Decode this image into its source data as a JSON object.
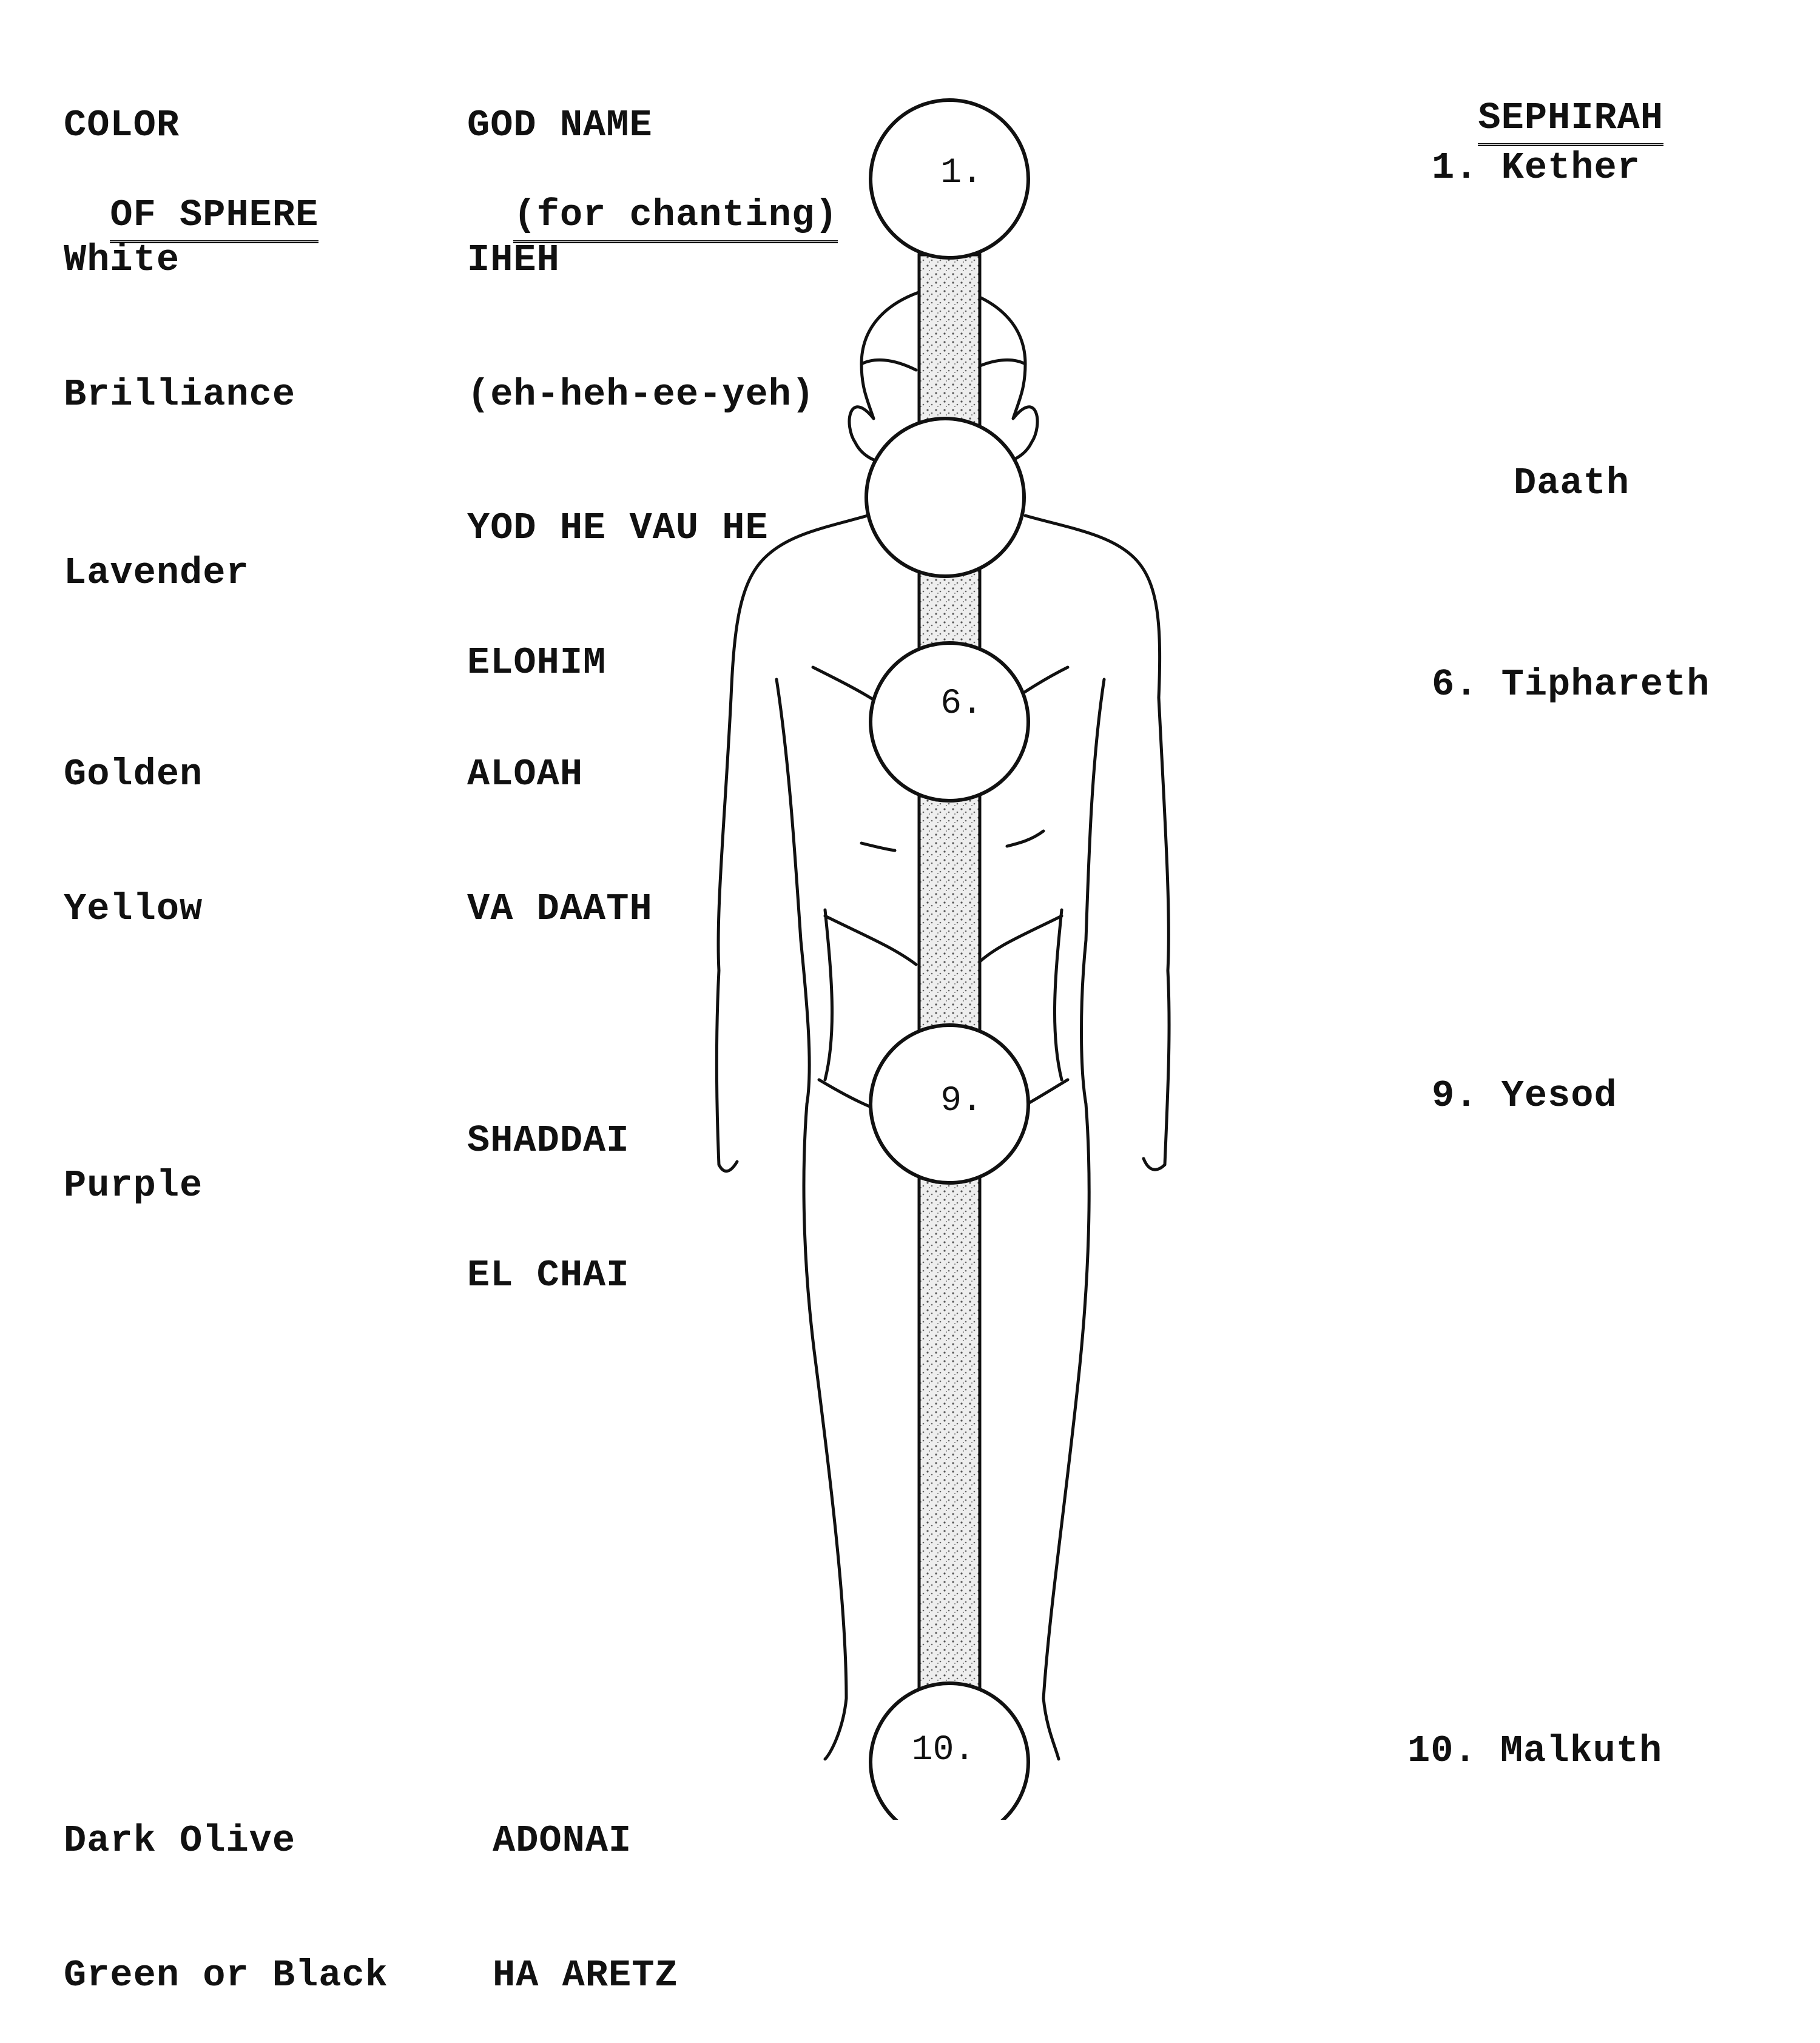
{
  "headers": {
    "color_line1": "COLOR",
    "color_line2": "OF SPHERE",
    "godname_line1": "GOD NAME",
    "godname_line2": "(for chanting)",
    "sephirah": "SEPHIRAH"
  },
  "rows": [
    {
      "color": [
        "White",
        "Brilliance"
      ],
      "god_name": [
        "IHEH",
        "(eh-heh-ee-yeh)"
      ],
      "sphere_label": "1.",
      "sephirah": "1. Kether"
    },
    {
      "color": [
        "Lavender"
      ],
      "god_name": [
        "YOD HE VAU HE",
        "ELOHIM"
      ],
      "sphere_label": "",
      "sephirah": "Daath"
    },
    {
      "color": [
        "Golden",
        "Yellow"
      ],
      "god_name": [
        "ALOAH",
        "VA DAATH"
      ],
      "sphere_label": "6.",
      "sephirah": "6. Tiphareth"
    },
    {
      "color": [
        "Purple"
      ],
      "god_name": [
        "SHADDAI",
        "EL CHAI"
      ],
      "sphere_label": "9.",
      "sephirah": "9. Yesod"
    },
    {
      "color": [
        "Dark Olive",
        "Green or Black"
      ],
      "god_name": [
        "ADONAI",
        "HA ARETZ"
      ],
      "sphere_label": "10.",
      "sephirah": "10. Malkuth"
    }
  ],
  "colors": {
    "ink": "#111111",
    "paper": "#ffffff",
    "pillar_fill": "#d8d8d8"
  }
}
